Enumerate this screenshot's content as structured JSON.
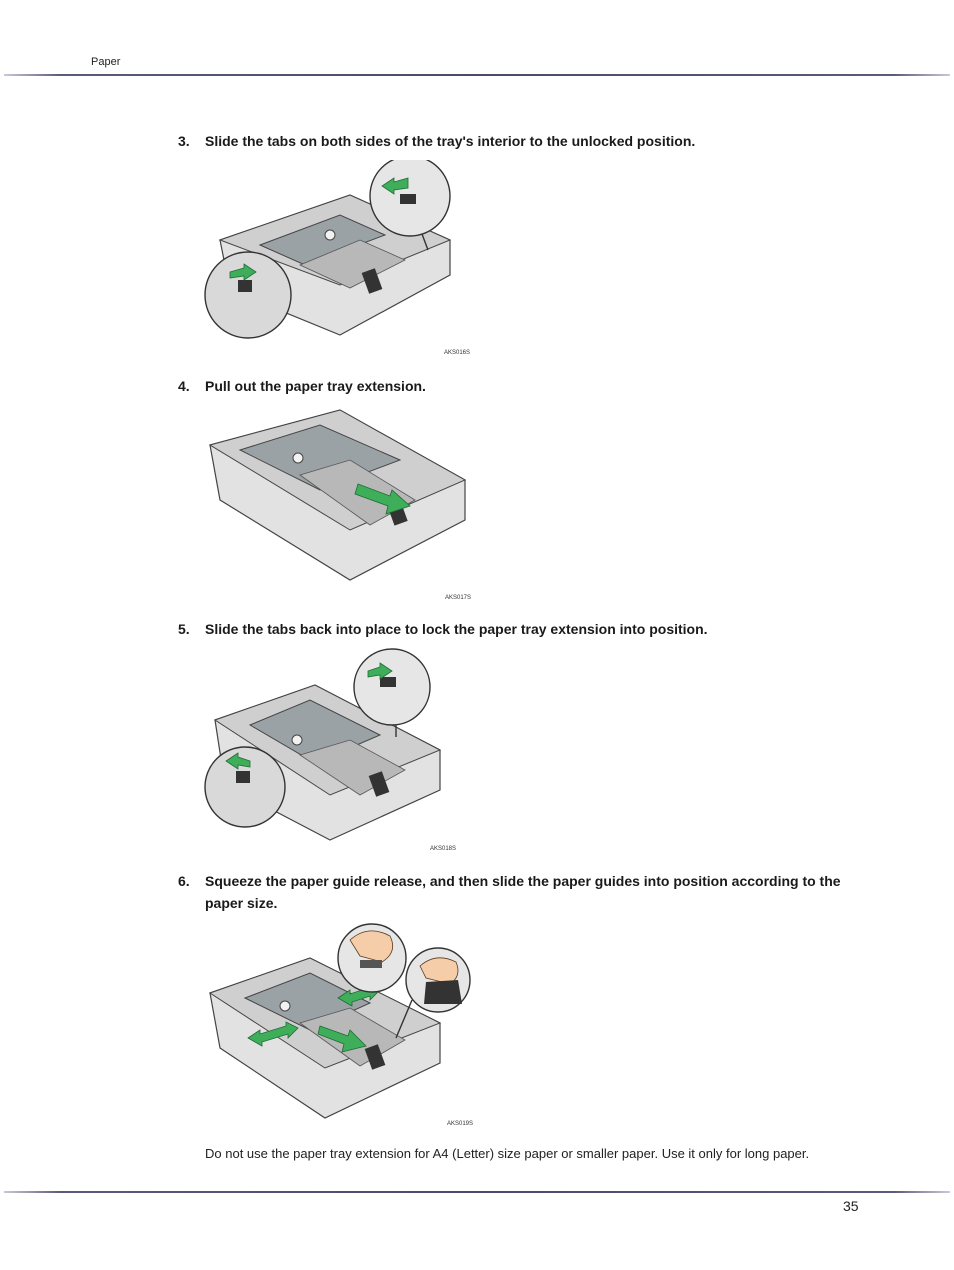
{
  "header": {
    "section": "Paper"
  },
  "steps": [
    {
      "number": "3.",
      "text": "Slide the tabs on both sides of the tray's interior to the unlocked position.",
      "figure_code": "AKS016S"
    },
    {
      "number": "4.",
      "text": "Pull out the paper tray extension.",
      "figure_code": "AKS017S"
    },
    {
      "number": "5.",
      "text": "Slide the tabs back into place to lock the paper tray extension into position.",
      "figure_code": "AKS018S"
    },
    {
      "number": "6.",
      "text": "Squeeze the paper guide release, and then slide the paper guides into position according to the paper size.",
      "figure_code": "AKS019S"
    }
  ],
  "note": "Do not use the paper tray extension for A4 (Letter) size paper or smaller paper. Use it only for long paper.",
  "footer": {
    "page_number": "35"
  },
  "colors": {
    "rule": "#4a4a6a",
    "arrow": "#3fae5a",
    "tray": "#d8d8d8",
    "tray_plate": "#9aa2a6"
  }
}
